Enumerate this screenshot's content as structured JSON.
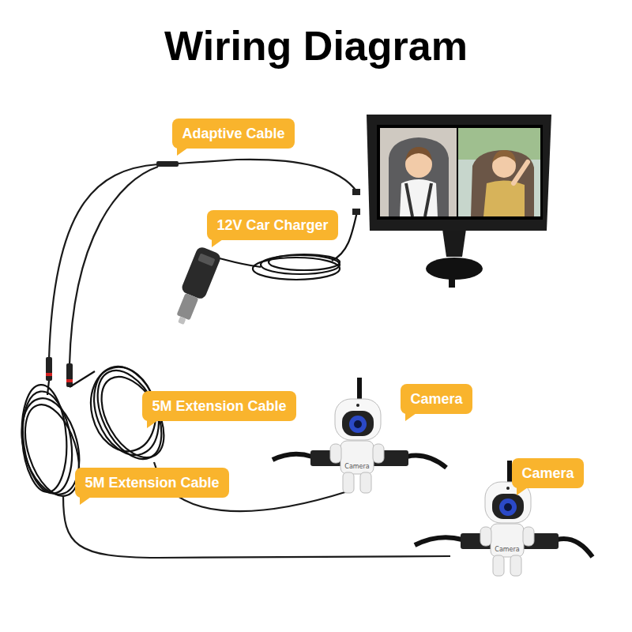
{
  "diagram": {
    "title": "Wiring Diagram",
    "nodes": [
      {
        "text": [
          "Adaptive Cable"
        ]
      },
      {
        "text": [
          "12V Car Charger"
        ]
      },
      {
        "text": [
          "Camera"
        ]
      },
      {
        "text": [
          "5M Extension Cable"
        ]
      },
      {
        "text": [
          "Camera"
        ]
      },
      {
        "text": [
          "5M Extension Cable"
        ]
      }
    ],
    "labels": [
      "Camera",
      "Camera"
    ]
  }
}
